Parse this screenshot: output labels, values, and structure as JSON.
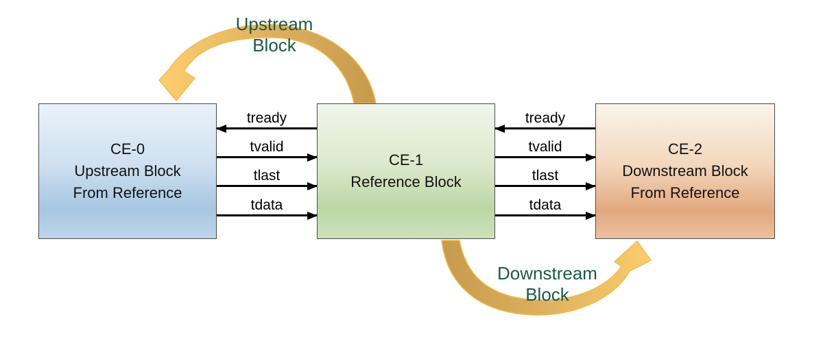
{
  "diagram": {
    "background": "#ffffff",
    "boxes": {
      "ce0": {
        "lines": [
          "CE-0",
          "Upstream Block",
          "From Reference"
        ],
        "fill_top": "#eaf2fa",
        "fill_bottom": "#a7c6e3",
        "border": "#4a4a4a"
      },
      "ce1": {
        "lines": [
          "CE-1",
          "Reference Block"
        ],
        "fill_top": "#f0f6eb",
        "fill_bottom": "#bcd6a6",
        "border": "#4a4a4a"
      },
      "ce2": {
        "lines": [
          "CE-2",
          "Downstream Block",
          "From Reference"
        ],
        "fill_top": "#faf4ea",
        "fill_bottom": "#e2a87e",
        "border": "#4a4a4a"
      }
    },
    "buses": {
      "left": {
        "between": "CE-0 and CE-1",
        "signals": [
          {
            "label": "tready",
            "direction": "left"
          },
          {
            "label": "tvalid",
            "direction": "right"
          },
          {
            "label": "tlast",
            "direction": "right"
          },
          {
            "label": "tdata",
            "direction": "right"
          }
        ]
      },
      "right": {
        "between": "CE-1 and CE-2",
        "signals": [
          {
            "label": "tready",
            "direction": "left"
          },
          {
            "label": "tvalid",
            "direction": "right"
          },
          {
            "label": "tlast",
            "direction": "right"
          },
          {
            "label": "tdata",
            "direction": "right"
          }
        ]
      }
    },
    "curved_arrows": {
      "upstream": {
        "line1": "Upstream",
        "line2": "Block",
        "from": "CE-1",
        "to": "CE-0",
        "color_dark": "#c69a4b",
        "color_light": "#fbcd6d",
        "outline": "#f2bb51",
        "text_color": "#1c5a45"
      },
      "downstream": {
        "line1": "Downstream",
        "line2": "Block",
        "from": "CE-1",
        "to": "CE-2",
        "color_dark": "#c69a4b",
        "color_light": "#fbcd6d",
        "outline": "#f2bb51",
        "text_color": "#1c5a45"
      }
    },
    "signal_line_color": "#000000"
  }
}
